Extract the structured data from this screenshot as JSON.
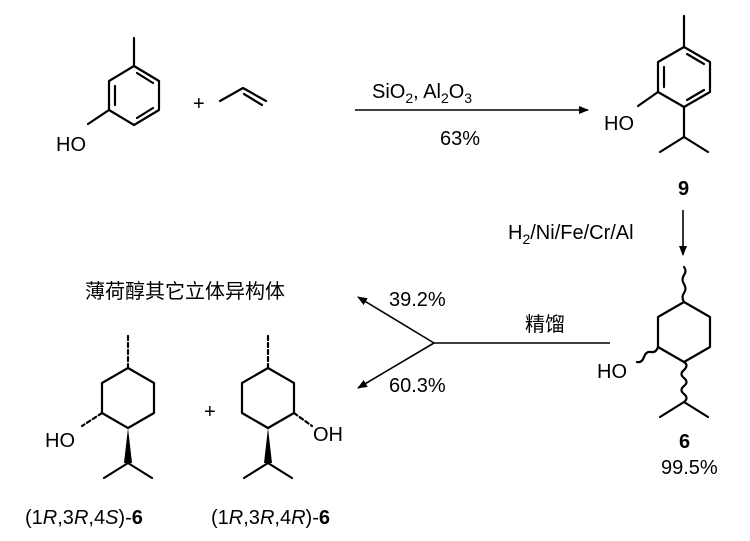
{
  "reactants": {
    "phenol_oh": "HO",
    "plus": "+"
  },
  "step1": {
    "reagent_main_1": "SiO",
    "reagent_sub_1": "2",
    "reagent_sep": ", Al",
    "reagent_sub_2": "2",
    "reagent_main_3": "O",
    "reagent_sub_3": "3",
    "yield": "63%"
  },
  "compound9": {
    "oh": "HO",
    "number": "9"
  },
  "step2": {
    "h2_main": "H",
    "h2_sub": "2",
    "catalyst_rest": "/Ni/Fe/Cr/Al"
  },
  "compound6_mix": {
    "oh": "HO",
    "number": "6",
    "purity": "99.5%"
  },
  "distillation": {
    "label": "精馏",
    "upper_yield": "39.2%",
    "lower_yield": "60.3%",
    "other_isomers": "薄荷醇其它立体异构体"
  },
  "products": {
    "plus": "+",
    "left_oh": "HO",
    "right_oh": "OH",
    "left_name_open": "(1",
    "left_r1": "R",
    "left_mid1": ",3",
    "left_r2": "R",
    "left_mid2": ",4",
    "left_s": "S",
    "left_close": ")-",
    "left_num": "6",
    "right_name_open": "(1",
    "right_r1": "R",
    "right_mid1": ",3",
    "right_r2": "R",
    "right_mid2": ",4",
    "right_r3": "R",
    "right_close": ")-",
    "right_num": "6"
  }
}
